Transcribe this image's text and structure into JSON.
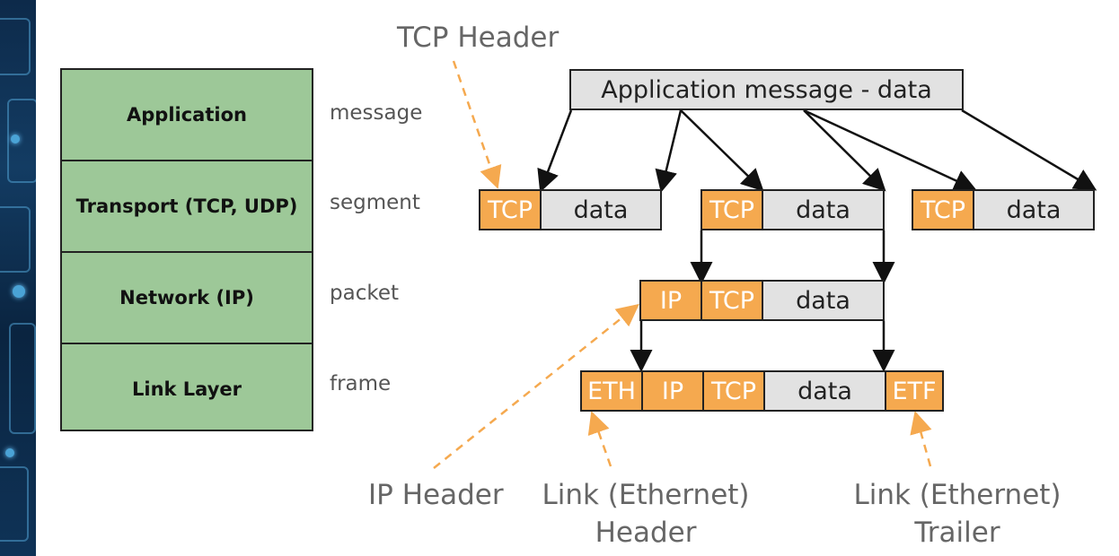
{
  "layers": [
    "Application",
    "Transport (TCP, UDP)",
    "Network (IP)",
    "Link Layer"
  ],
  "units": [
    "message",
    "segment",
    "packet",
    "frame"
  ],
  "app_message": "Application message - data",
  "segments": [
    {
      "header": "TCP",
      "data": "data"
    },
    {
      "header": "TCP",
      "data": "data"
    },
    {
      "header": "TCP",
      "data": "data"
    }
  ],
  "packet": {
    "ip": "IP",
    "tcp": "TCP",
    "data": "data"
  },
  "frame": {
    "eth": "ETH",
    "ip": "IP",
    "tcp": "TCP",
    "data": "data",
    "etf": "ETF"
  },
  "captions": {
    "tcp_header": "TCP Header",
    "ip_header": "IP Header",
    "link_header_line1": "Link (Ethernet)",
    "link_header_line2": "Header",
    "link_trailer_line1": "Link (Ethernet)",
    "link_trailer_line2": "Trailer"
  },
  "colors": {
    "header_fill": "#f5a94f",
    "data_fill": "#e2e2e2",
    "layer_fill": "#9dc898",
    "dashed_arrow": "#f5a94f"
  }
}
